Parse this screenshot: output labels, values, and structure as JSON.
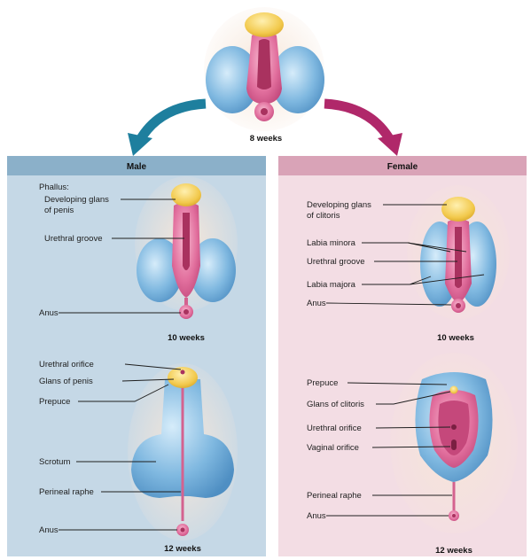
{
  "diagram": {
    "top_stage": "8 weeks",
    "male": {
      "header": "Male",
      "phallus_heading": "Phallus:",
      "stage_10": "10 weeks",
      "stage_12": "12 weeks",
      "labels_10": [
        "Developing glans",
        "of penis",
        "Urethral groove",
        "Anus"
      ],
      "labels_12": [
        "Urethral orifice",
        "Glans of penis",
        "Prepuce",
        "Scrotum",
        "Perineal raphe",
        "Anus"
      ]
    },
    "female": {
      "header": "Female",
      "stage_10": "10 weeks",
      "stage_12": "12 weeks",
      "labels_10": [
        "Developing glans",
        "of clitoris",
        "Labia minora",
        "Urethral groove",
        "Labia majora",
        "Anus"
      ],
      "labels_12": [
        "Prepuce",
        "Glans of clitoris",
        "Urethral orifice",
        "Vaginal orifice",
        "Perineal raphe",
        "Anus"
      ]
    }
  },
  "colors": {
    "male_panel": "#c5d8e6",
    "male_header": "#8bb0c9",
    "female_panel": "#f3dde4",
    "female_header": "#d9a3b7",
    "arrow_male": "#1e7f9e",
    "arrow_female": "#b0286a",
    "blue_tissue": "#7fb8e0",
    "pink_tissue": "#e2709e",
    "glans_yellow": "#f2c94c"
  }
}
